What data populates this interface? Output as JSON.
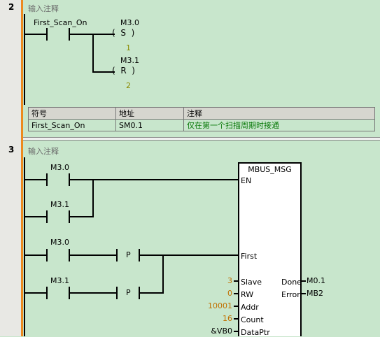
{
  "network2": {
    "number": "2",
    "comment": "输入注释",
    "contact_label": "First_Scan_On",
    "coil1": {
      "address": "M3.0",
      "op": "S",
      "count": "1"
    },
    "coil2": {
      "address": "M3.1",
      "op": "R",
      "count": "2"
    },
    "symbol_table": {
      "headers": [
        "符号",
        "地址",
        "注释"
      ],
      "row": {
        "symbol": "First_Scan_On",
        "address": "SM0.1",
        "comment": "仅在第一个扫描周期时接通"
      }
    }
  },
  "network3": {
    "number": "3",
    "comment": "输入注释",
    "contacts": [
      "M3.0",
      "M3.1",
      "M3.0",
      "M3.1"
    ],
    "p_label": "P",
    "block": {
      "title": "MBUS_MSG",
      "pins_left": [
        "EN",
        "First",
        "Slave",
        "RW",
        "Addr",
        "Count",
        "DataPtr"
      ],
      "pins_right": [
        "Done",
        "Error"
      ],
      "values_left": {
        "slave": "3",
        "rw": "0",
        "addr": "10001",
        "count": "16",
        "dataptr": "&VB0"
      },
      "values_right": {
        "done": "M0.1",
        "error": "MB2"
      }
    }
  },
  "colors": {
    "background": "#c8e6cc",
    "gutter_line": "#ec8a1e",
    "comment_green": "#0a7a0a"
  }
}
